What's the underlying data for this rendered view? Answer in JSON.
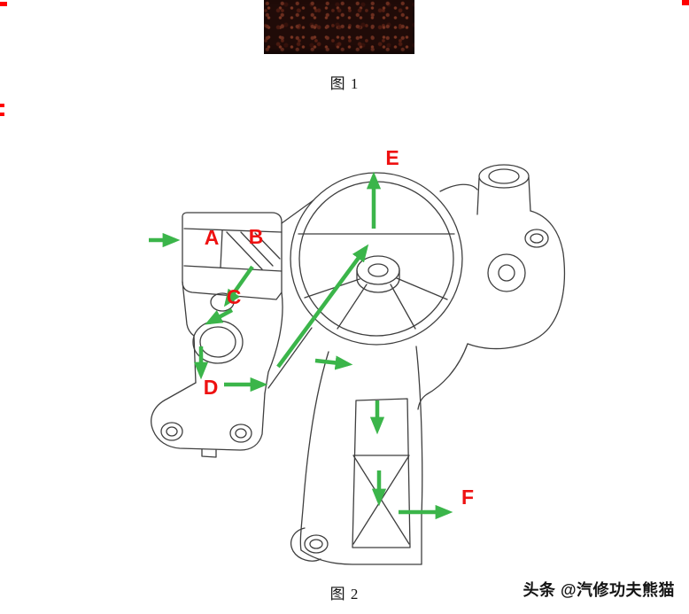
{
  "page": {
    "background": "#ffffff"
  },
  "figure1": {
    "caption": "图 1",
    "photo": {
      "name": "dark-sponge-photo-fragment",
      "base_color": "#200b08",
      "accent_color": "#6b2e1f"
    }
  },
  "figure2": {
    "caption": "图 2",
    "label_color": "#ee1111",
    "arrow_color": "#3bb54a",
    "line_color": "#3f3f3f",
    "labels": [
      {
        "id": "A"
      },
      {
        "id": "B"
      },
      {
        "id": "C"
      },
      {
        "id": "D"
      },
      {
        "id": "E"
      },
      {
        "id": "F"
      }
    ]
  },
  "watermark": {
    "text": "头条 @汽修功夫熊猫"
  }
}
